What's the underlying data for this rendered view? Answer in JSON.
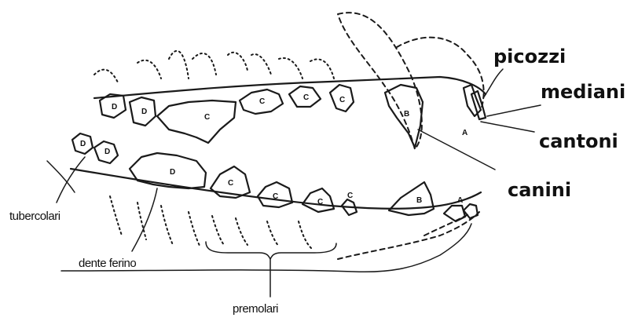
{
  "labels": {
    "picozzi": "picozzi",
    "mediani": "mediani",
    "cantoni": "cantoni",
    "canini": "canini",
    "tubercolari": "tubercolari",
    "dente_ferino": "dente ferino",
    "premolari": "premolari"
  },
  "tooth_marks": {
    "molar_upper": "D",
    "premolar": "C",
    "canine": "B",
    "incisor": "A"
  },
  "colors": {
    "ink": "#1a1a1a",
    "background": "#ffffff"
  }
}
